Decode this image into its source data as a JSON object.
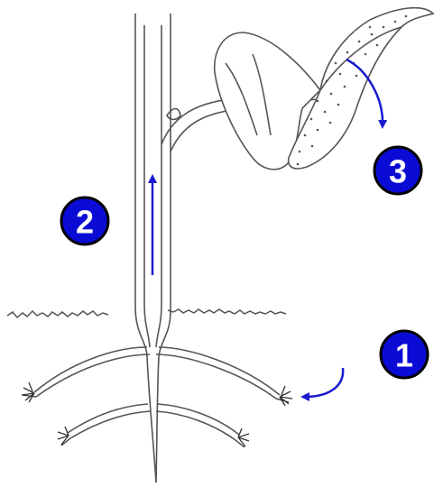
{
  "markers": [
    {
      "label": "1"
    },
    {
      "label": "2"
    },
    {
      "label": "3"
    }
  ],
  "colors": {
    "marker_fill": "#0b0bd6",
    "marker_ring": "#000000",
    "arrow": "#1a1ad0",
    "line": "#555555",
    "leaf_fill": "#ffffff"
  }
}
